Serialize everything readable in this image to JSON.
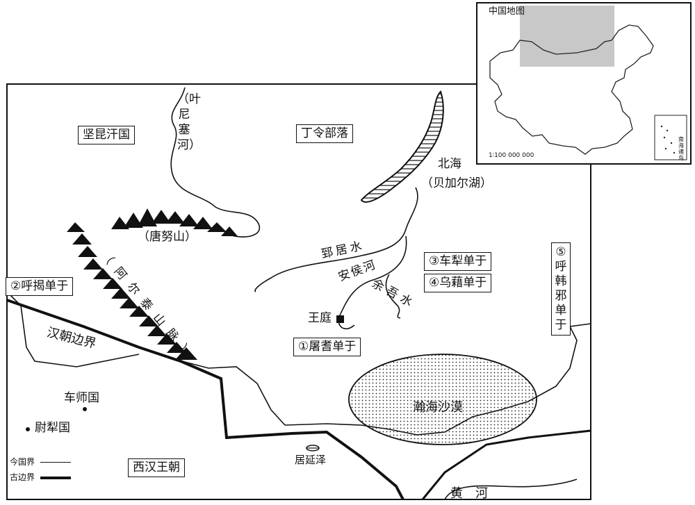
{
  "inset": {
    "title": "中国地图",
    "scale": "1∶100 000 000",
    "south_sea_label": "南海诸岛"
  },
  "regions": {
    "jiankun": "坚昆汗国",
    "dingling": "丁令部落",
    "xihan": "西汉王朝",
    "jushi": "车师国",
    "weili": "尉犁国",
    "wangting": "王庭"
  },
  "rivers": {
    "yenisei": "（叶尼塞河）",
    "zhiju": "郅居水",
    "anhou": "安侯河",
    "yuwu": "余吾水",
    "yellow": "黄　河"
  },
  "mountains": {
    "tangnu": "（唐努山）",
    "altai": "（阿尔泰山脉）"
  },
  "lakes": {
    "beihai": "北海",
    "baikal": "（贝加尔湖）",
    "juyan": "居延泽"
  },
  "desert": "瀚海沙漠",
  "border_label": "汉朝边界",
  "chanyu": {
    "c1": "①屠耆单于",
    "c2": "②呼揭单于",
    "c3": "③车犁单于",
    "c4": "④乌藉单于",
    "c5": "⑤呼韩邪单于"
  },
  "legend": {
    "modern": "今国界",
    "ancient": "古边界"
  }
}
